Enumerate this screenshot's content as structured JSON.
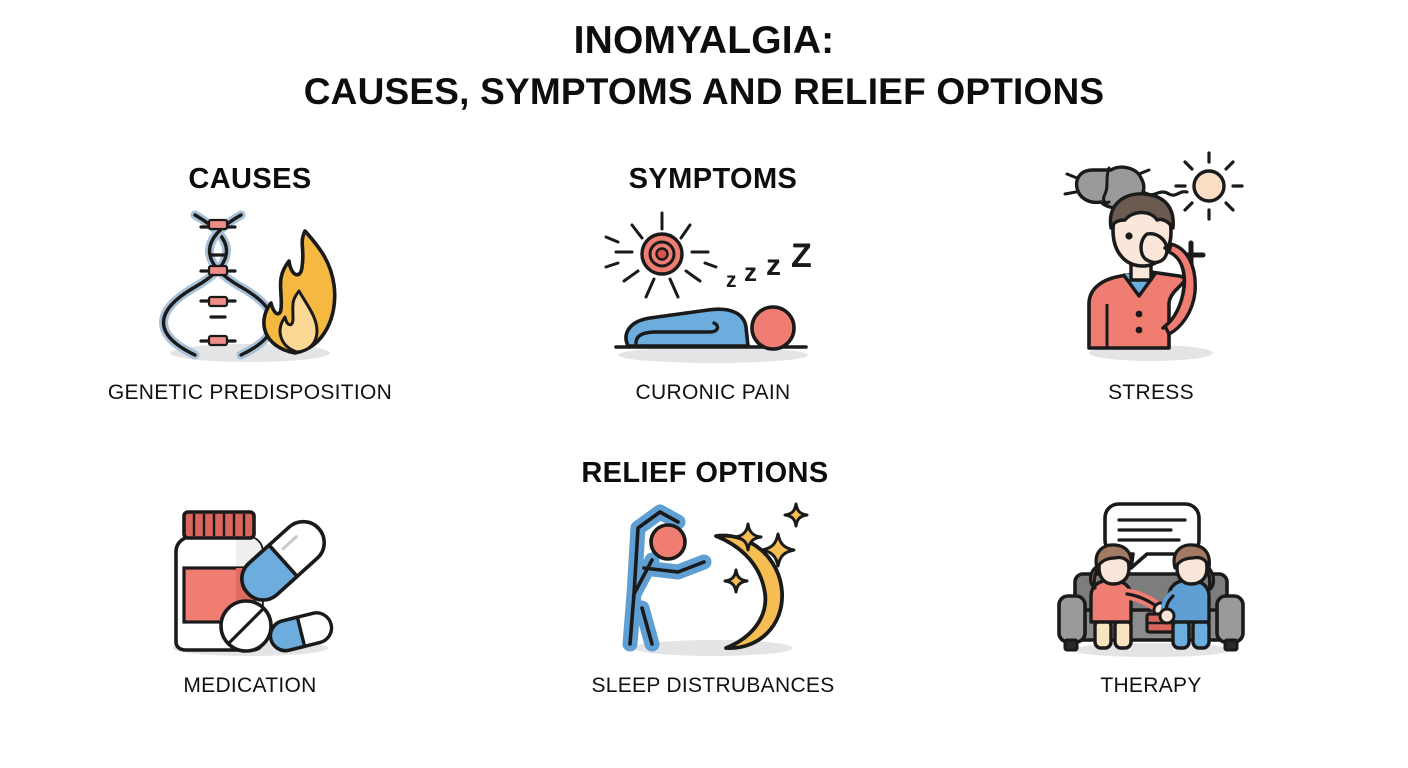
{
  "title": {
    "line1": "INOMYALGIA:",
    "line2": "CAUSES, SYMPTOMS AND RELIEF OPTIONS"
  },
  "sections": {
    "causes": "CAUSES",
    "symptoms": "SYMPTOMS",
    "relief": "RELIEF OPTIONS"
  },
  "cards": [
    {
      "id": "genetic",
      "caption": "GENETIC PREDISPOSITION",
      "icon": "dna-flame-icon",
      "group": "causes"
    },
    {
      "id": "chronic",
      "caption": "CURONIC PAIN",
      "icon": "person-lying-pain-icon",
      "group": "symptoms"
    },
    {
      "id": "stress",
      "caption": "STRESS",
      "icon": "stressed-person-icon",
      "group": "symptoms"
    },
    {
      "id": "medication",
      "caption": "MEDICATION",
      "icon": "pill-bottle-icon",
      "group": "relief"
    },
    {
      "id": "sleep",
      "caption": "SLEEP DISTRUBANCES",
      "icon": "moon-stretch-icon",
      "group": "relief"
    },
    {
      "id": "therapy",
      "caption": "THERAPY",
      "icon": "counselling-couch-icon",
      "group": "relief"
    }
  ],
  "sleep_zzz": "zzzZ",
  "stress_plus": "+",
  "colors": {
    "ink": "#0d0d0d",
    "background": "#ffffff",
    "blue": "#6cadde",
    "blue_dark": "#4f93c8",
    "helix_blue": "#a8c0d8",
    "salmon": "#ef7d72",
    "salmon_dark": "#d9655c",
    "amber": "#f5b942",
    "amber_light": "#fbd27a",
    "gray": "#9a9a9a",
    "gray_dark": "#6f6f6f",
    "cream": "#f7e3bd",
    "skin": "#fbe6da",
    "hair_brown": "#6b5a50",
    "shadow": "#e4e4e6"
  }
}
